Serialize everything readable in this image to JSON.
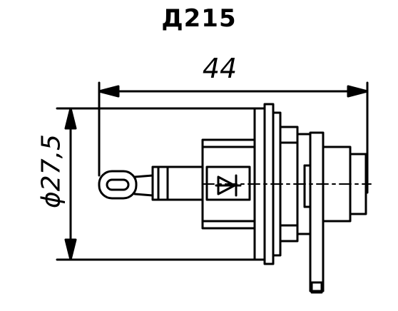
{
  "title": "Д215",
  "dimensions": {
    "length": "44",
    "diameter": "ϕ27,5"
  }
}
